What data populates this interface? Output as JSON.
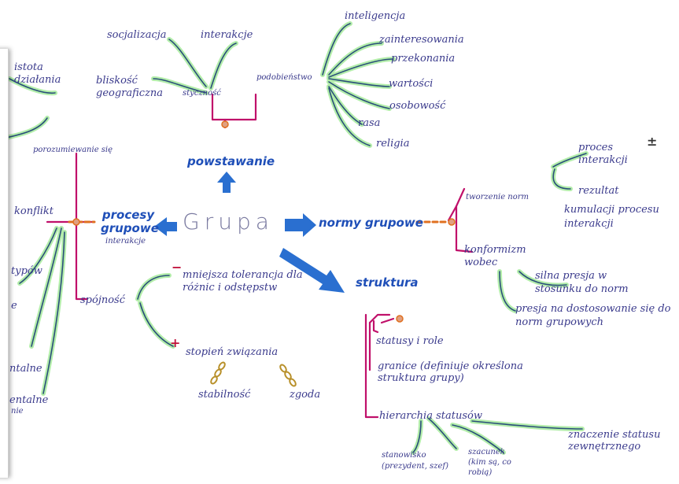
{
  "center": {
    "title": "Grupa"
  },
  "branches": {
    "powstawanie": {
      "label": "powstawanie",
      "stycznosc": "styczność",
      "socjalizacja": "socjalizacja",
      "interakcje": "interakcje",
      "bliskosc": "bliskość geograficzna",
      "podobienstwo": "podobieństwo",
      "podobienstwo_items": [
        "inteligencja",
        "zainteresowania",
        "przekonania",
        "wartości",
        "osobowość",
        "rasa",
        "religia"
      ],
      "istota_dzialania": "istota działania",
      "porozumiewanie": "porozumiewanie się"
    },
    "procesy": {
      "label": "procesy grupowe",
      "sub": "interakcje",
      "konflikt": "konflikt",
      "spojnosc": "spójność",
      "minus": "−",
      "tolerancja": "mniejsza tolerancja dla różnic i odstępstw",
      "plus": "+",
      "stopien": "stopień związania",
      "stabilnosc": "stabilność",
      "zgoda": "zgoda",
      "left_fragments": [
        "ntalne",
        "entalne",
        "nie",
        "typów",
        "e"
      ]
    },
    "normy": {
      "label": "normy grupowe",
      "tworzenie": "tworzenie norm",
      "proces": "proces interakcji",
      "pm": "±",
      "rezultat": "rezultat",
      "kumulacji": "kumulacji procesu interakcji",
      "konformizm": "konformizm wobec",
      "presja": "silna presja w stosunku do norm",
      "presja2": "presja na dostosowanie się do norm grupowych"
    },
    "struktura": {
      "label": "struktura",
      "statusy": "statusy i role",
      "granice": "granice (definiuje określona struktura grupy)",
      "hierarchia": "hierarchia statusów",
      "stanowisko": "stanowisko (prezydent, szef)",
      "szacunek": "szacunek (kim są, co robią)",
      "znaczenie": "znaczenie statusu zewnętrznego"
    }
  },
  "colors": {
    "ink": "#3a3a8c",
    "accent": "#1f4fb8",
    "branch": "#c0106a",
    "highlight": "#8ee08a",
    "node": "#e07020"
  }
}
